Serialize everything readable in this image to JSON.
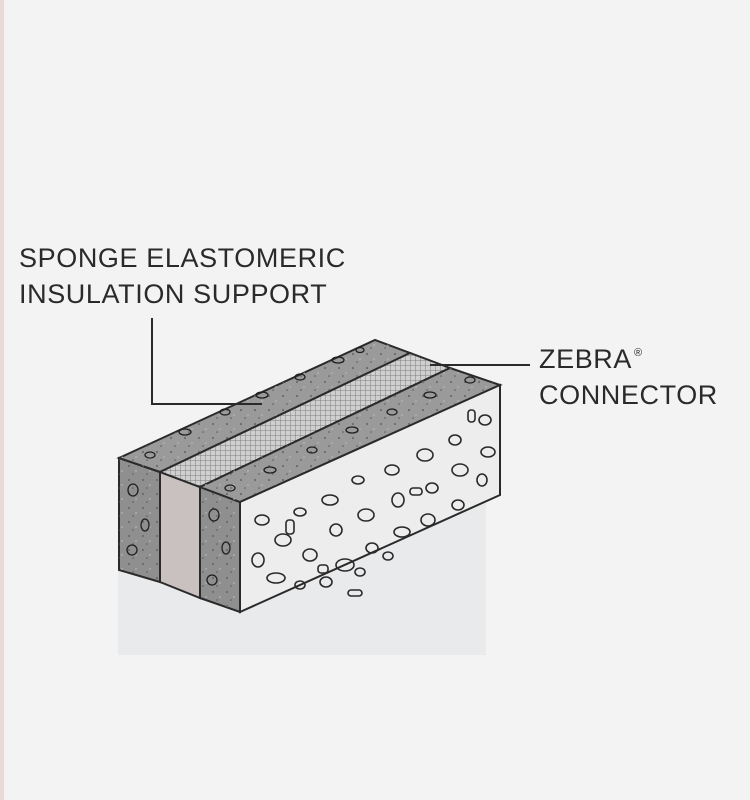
{
  "labels": {
    "sponge_line1": "SPONGE ELASTOMERIC",
    "sponge_line2": "INSULATION SUPPORT",
    "zebra_line1": "ZEBRA",
    "zebra_mark": "®",
    "zebra_line2": "CONNECTOR"
  },
  "colors": {
    "background": "#f3f3f3",
    "sponge_front": "#ededed",
    "sponge_side": "#8f8f8f",
    "sponge_top": "#9a9a9a",
    "connector_side": "#c9c1bf",
    "connector_top": "#b8b8b8",
    "outline": "#2a2a2a"
  }
}
